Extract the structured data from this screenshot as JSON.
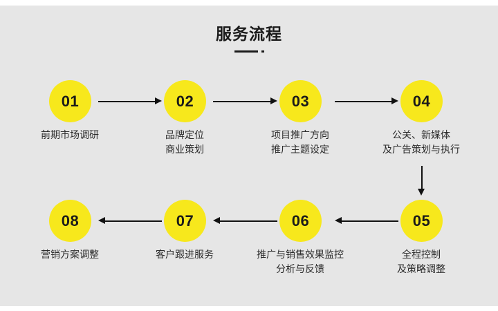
{
  "page": {
    "title": "服务流程",
    "background_color": "#e6e6e6",
    "accent_color": "#f7e81c",
    "text_color": "#1a1a1a"
  },
  "steps": [
    {
      "number": "01",
      "label_lines": [
        "前期市场调研"
      ]
    },
    {
      "number": "02",
      "label_lines": [
        "品牌定位",
        "商业策划"
      ]
    },
    {
      "number": "03",
      "label_lines": [
        "项目推广方向",
        "推广主题设定"
      ]
    },
    {
      "number": "04",
      "label_lines": [
        "公关、新媒体",
        "及广告策划与执行"
      ]
    },
    {
      "number": "05",
      "label_lines": [
        "全程控制",
        "及策略调整"
      ]
    },
    {
      "number": "06",
      "label_lines": [
        "推广与销售效果监控",
        "分析与反馈"
      ]
    },
    {
      "number": "07",
      "label_lines": [
        "客户跟进服务"
      ]
    },
    {
      "number": "08",
      "label_lines": [
        "营销方案调整"
      ]
    }
  ],
  "connectors": [
    {
      "name": "arrow-01-to-02",
      "direction": "right"
    },
    {
      "name": "arrow-02-to-03",
      "direction": "right"
    },
    {
      "name": "arrow-03-to-04",
      "direction": "right"
    },
    {
      "name": "arrow-04-to-05",
      "direction": "down"
    },
    {
      "name": "arrow-05-to-06",
      "direction": "left"
    },
    {
      "name": "arrow-06-to-07",
      "direction": "left"
    },
    {
      "name": "arrow-07-to-08",
      "direction": "left"
    }
  ]
}
